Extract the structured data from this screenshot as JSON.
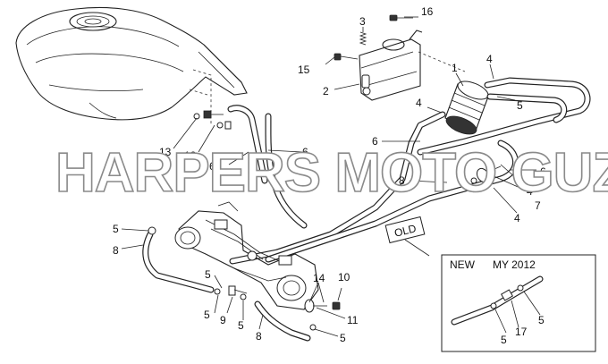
{
  "watermark": "HARPERS MOTO GUZZI©",
  "badge_old": "OLD",
  "inset": {
    "label_new": "NEW",
    "label_my": "MY 2012"
  },
  "callouts": [
    {
      "id": "c16",
      "text": "16"
    },
    {
      "id": "c3",
      "text": "3"
    },
    {
      "id": "c15",
      "text": "15"
    },
    {
      "id": "c2",
      "text": "2"
    },
    {
      "id": "c1",
      "text": "1"
    },
    {
      "id": "c4a",
      "text": "4"
    },
    {
      "id": "c4b",
      "text": "4"
    },
    {
      "id": "c5a",
      "text": "5"
    },
    {
      "id": "c6a",
      "text": "6"
    },
    {
      "id": "c6b",
      "text": "6"
    },
    {
      "id": "c6c",
      "text": "6"
    },
    {
      "id": "c6d",
      "text": "6"
    },
    {
      "id": "c13",
      "text": "13"
    },
    {
      "id": "c12",
      "text": "12"
    },
    {
      "id": "c8a",
      "text": "8"
    },
    {
      "id": "c4c",
      "text": "4"
    },
    {
      "id": "c4d",
      "text": "4"
    },
    {
      "id": "c7",
      "text": "7"
    },
    {
      "id": "c5b",
      "text": "5"
    },
    {
      "id": "c8b",
      "text": "8"
    },
    {
      "id": "c14",
      "text": "14"
    },
    {
      "id": "c10",
      "text": "10"
    },
    {
      "id": "c5c",
      "text": "5"
    },
    {
      "id": "c5d",
      "text": "5"
    },
    {
      "id": "c9",
      "text": "9"
    },
    {
      "id": "c5e",
      "text": "5"
    },
    {
      "id": "c8c",
      "text": "8"
    },
    {
      "id": "c11",
      "text": "11"
    },
    {
      "id": "c5f",
      "text": "5"
    },
    {
      "id": "c5g",
      "text": "5"
    },
    {
      "id": "c17",
      "text": "17"
    },
    {
      "id": "c5h",
      "text": "5"
    }
  ]
}
